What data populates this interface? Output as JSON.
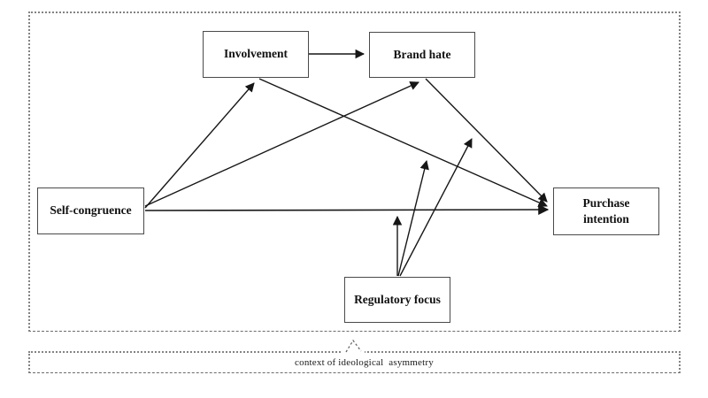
{
  "figure": {
    "nodes": {
      "involvement": "Involvement",
      "brand_hate": "Brand hate",
      "self_congruence": "Self-congruence",
      "purchase_intention": "Purchase intention",
      "regulatory_focus": "Regulatory focus"
    },
    "context_label": "context of ideological  asymmetry",
    "relationships": [
      {
        "from": "Involvement",
        "to": "Brand hate",
        "type": "direct"
      },
      {
        "from": "Self-congruence",
        "to": "Involvement",
        "type": "direct"
      },
      {
        "from": "Self-congruence",
        "to": "Brand hate",
        "type": "direct"
      },
      {
        "from": "Self-congruence",
        "to": "Purchase intention",
        "type": "direct"
      },
      {
        "from": "Involvement",
        "to": "Purchase intention",
        "type": "direct"
      },
      {
        "from": "Brand hate",
        "to": "Purchase intention",
        "type": "direct"
      },
      {
        "from": "Regulatory focus",
        "to": "Self-congruence → Purchase intention path",
        "type": "moderation"
      },
      {
        "from": "Regulatory focus",
        "to": "Involvement → Purchase intention path",
        "type": "moderation"
      },
      {
        "from": "Regulatory focus",
        "to": "Brand hate → Purchase intention path",
        "type": "moderation"
      },
      {
        "from": "context of ideological asymmetry",
        "to": "model",
        "type": "context"
      }
    ],
    "colors": {
      "line": "#161616",
      "box_border": "#4a4a4a",
      "dotted_frame": "#838383",
      "background": "#ffffff",
      "text": "#111111"
    }
  }
}
